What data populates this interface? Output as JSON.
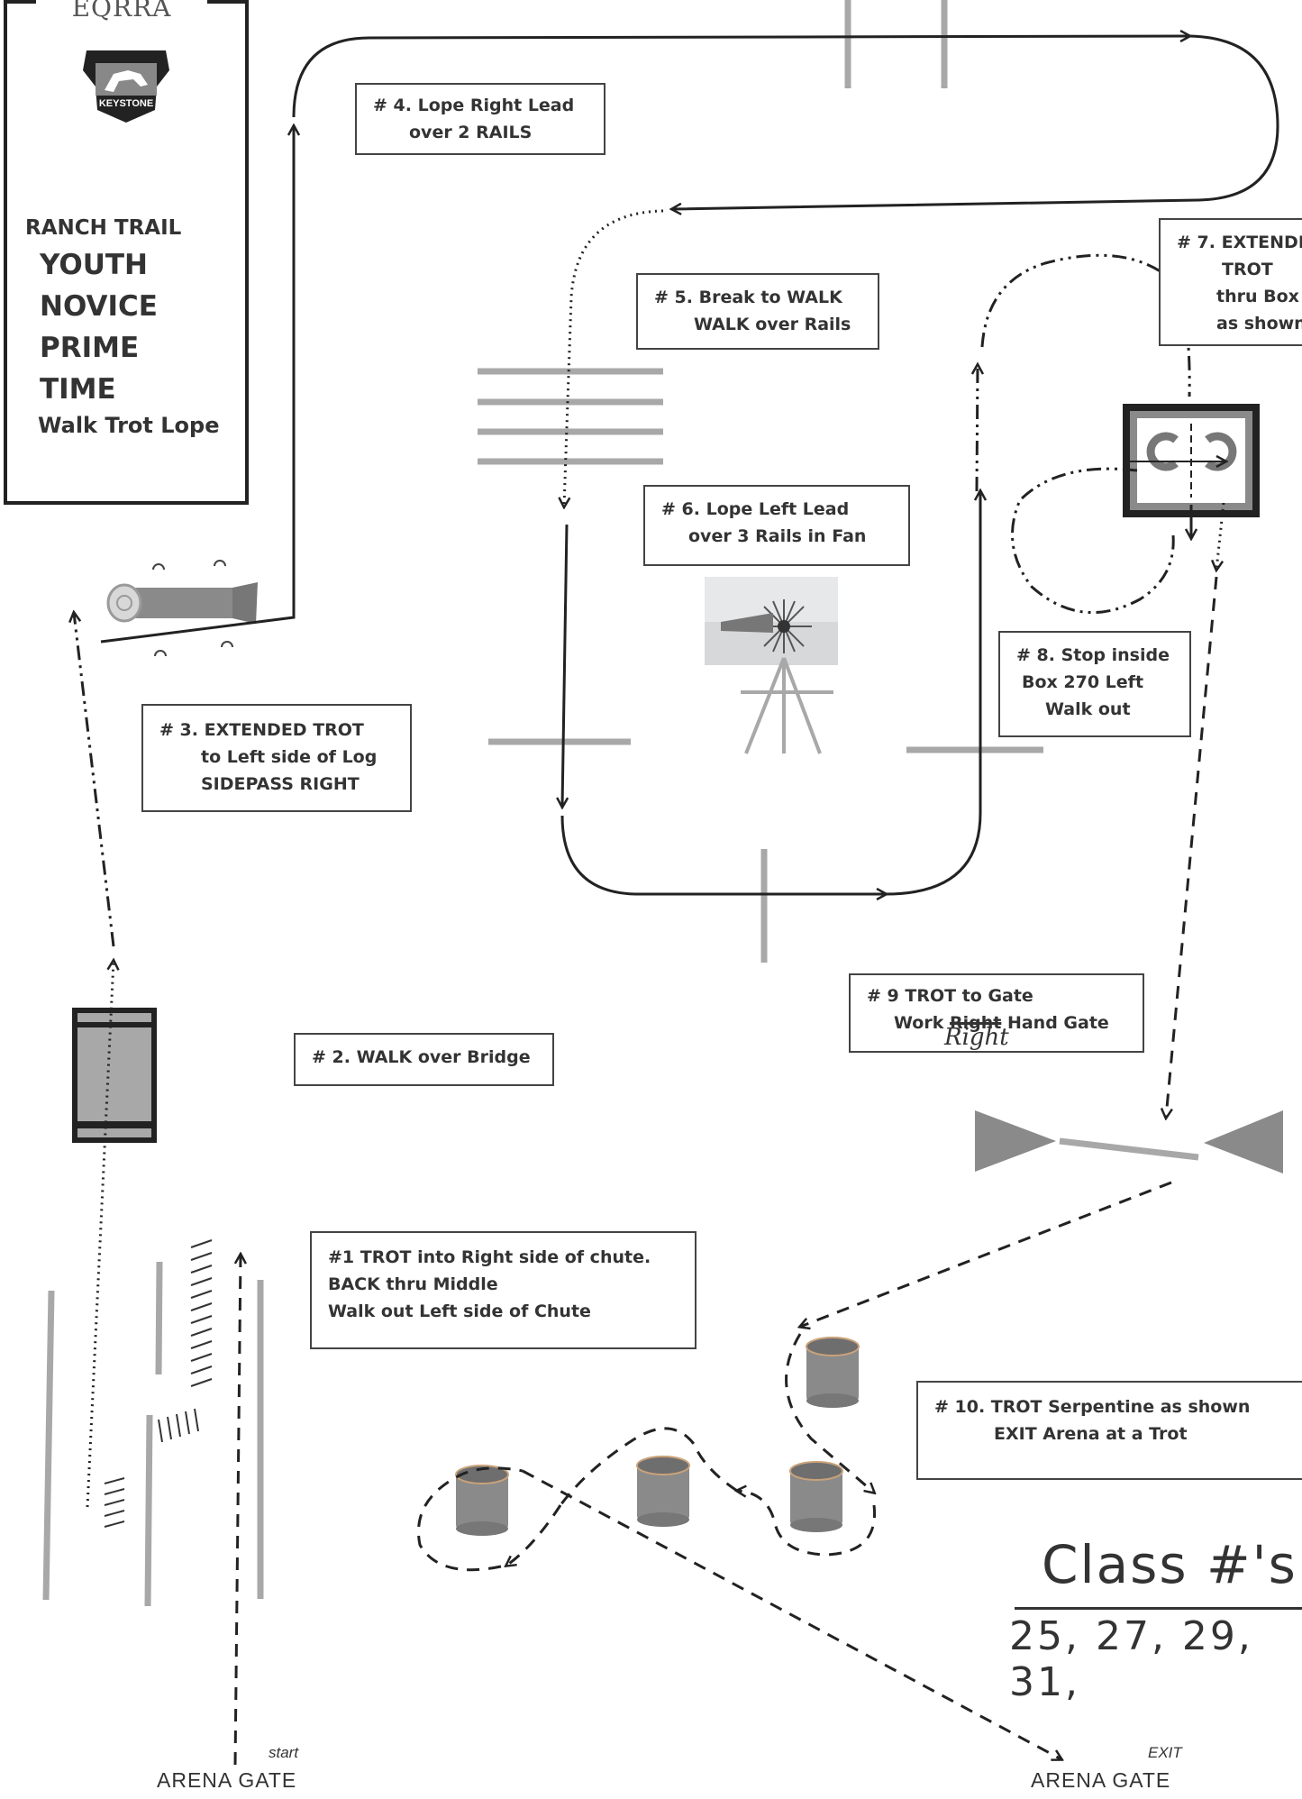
{
  "header": {
    "logo_text": "EQRRA",
    "logo_badge_text": "KEYSTONE",
    "title": "RANCH TRAIL",
    "divisions": [
      "YOUTH",
      "NOVICE",
      "PRIME",
      "TIME"
    ],
    "gaits": "Walk Trot Lope"
  },
  "instructions": {
    "step1": [
      "#1  TROT into Right side of chute.",
      "BACK  thru  Middle",
      "Walk out Left side of Chute"
    ],
    "step2": [
      "# 2. WALK over Bridge"
    ],
    "step3": [
      "# 3.  EXTENDED TROT",
      "to Left side of Log",
      "SIDEPASS  RIGHT"
    ],
    "step4": [
      "# 4. Lope Right Lead",
      "over 2 RAILS"
    ],
    "step5": [
      "# 5. Break to WALK",
      "WALK over Rails"
    ],
    "step6": [
      "# 6. Lope Left Lead",
      "over  3 Rails in Fan"
    ],
    "step7": [
      "# 7.  EXTENDE",
      "TROT",
      "thru Box",
      "as shown"
    ],
    "step8": [
      "# 8. Stop inside",
      "Box 270  Left",
      "Walk out"
    ],
    "step9": [
      "# 9 TROT to Gate",
      "Work ",
      "Right",
      " Hand Gate"
    ],
    "step9_handwritten": "Right",
    "step10": [
      "# 10.  TROT Serpentine  as shown",
      "EXIT Arena at a Trot"
    ]
  },
  "gates": {
    "start_note": "start",
    "start_gate": "ARENA GATE",
    "exit_note": "EXIT",
    "exit_gate": "ARENA  GATE"
  },
  "handwritten": {
    "class_label": "Class #'s",
    "class_numbers": "25, 27, 29, 31,"
  },
  "colors": {
    "rail": "#a8a8a8",
    "ink": "#222222",
    "barrel": "#8a8a8a",
    "barrel_top": "#6e6e6e"
  }
}
